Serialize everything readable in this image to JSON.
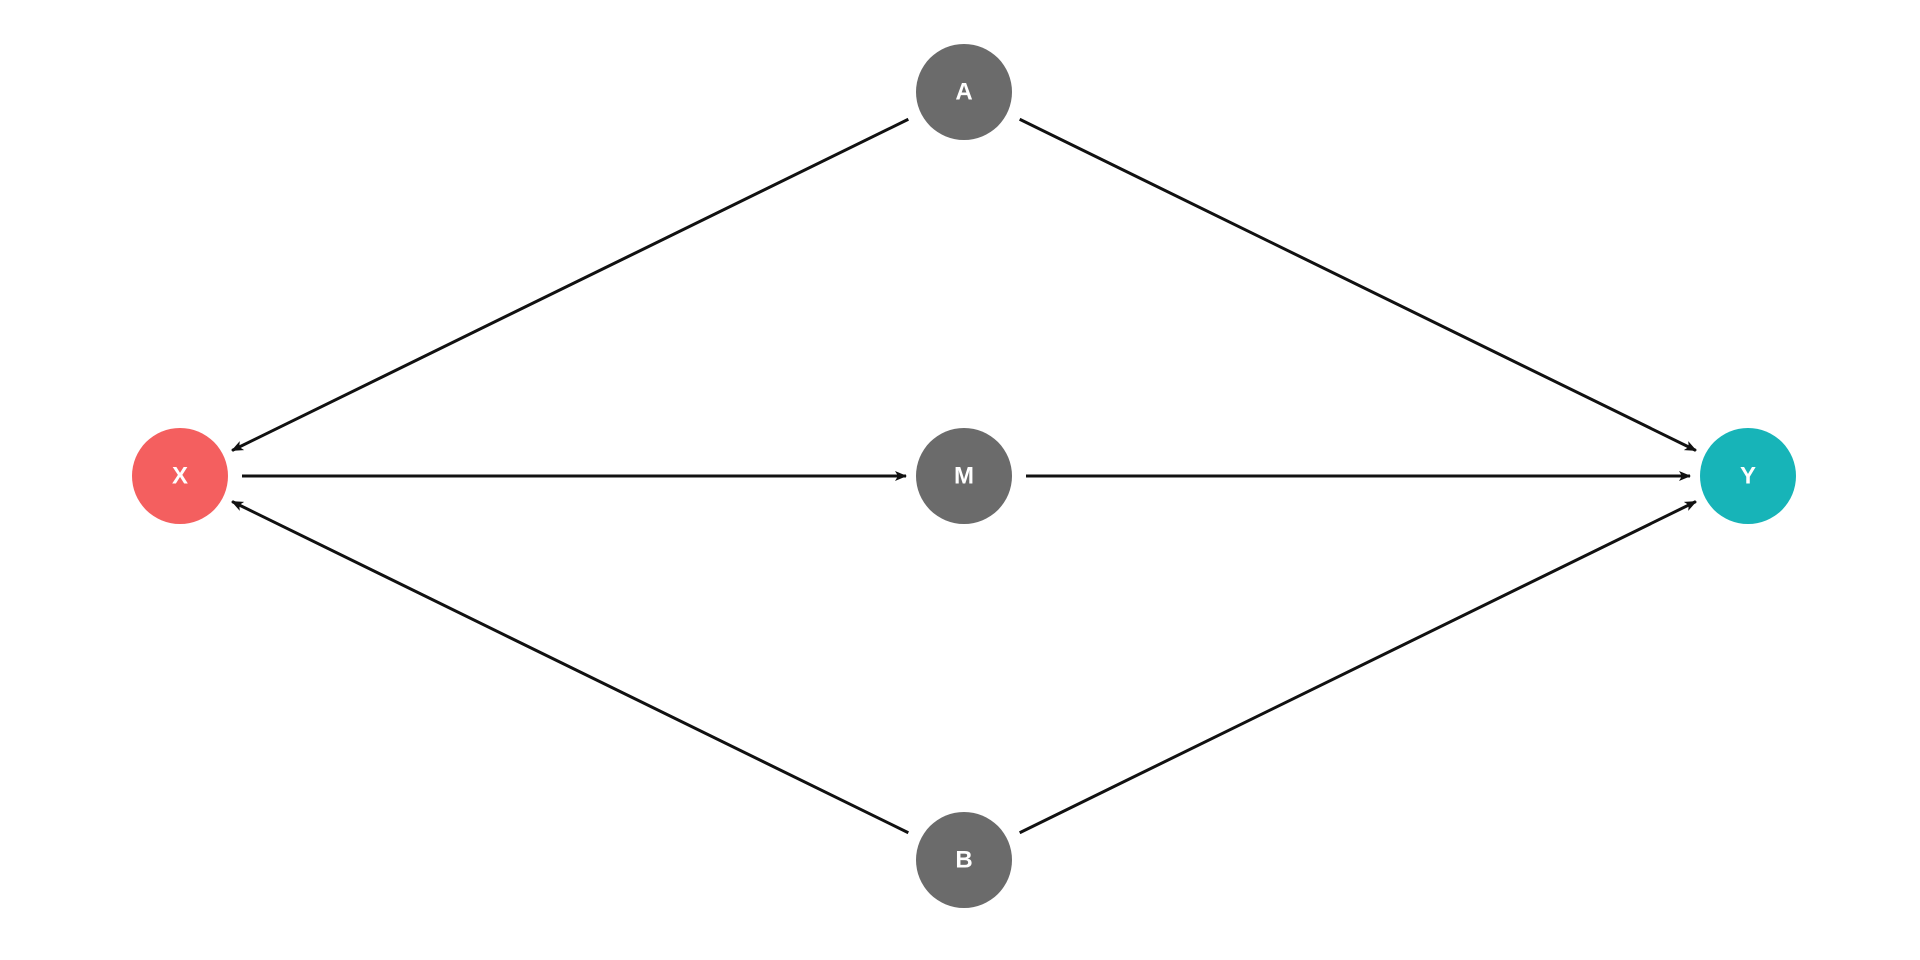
{
  "diagram": {
    "nodes": [
      {
        "id": "A",
        "label": "A",
        "color": "#6b6b6b"
      },
      {
        "id": "X",
        "label": "X",
        "color": "#f45f5f"
      },
      {
        "id": "M",
        "label": "M",
        "color": "#6b6b6b"
      },
      {
        "id": "Y",
        "label": "Y",
        "color": "#17b4b8"
      },
      {
        "id": "B",
        "label": "B",
        "color": "#6b6b6b"
      }
    ],
    "edges": [
      {
        "from": "A",
        "to": "X"
      },
      {
        "from": "A",
        "to": "Y"
      },
      {
        "from": "X",
        "to": "M"
      },
      {
        "from": "M",
        "to": "Y"
      },
      {
        "from": "B",
        "to": "X"
      },
      {
        "from": "B",
        "to": "Y"
      }
    ],
    "edge_color": "#111111"
  }
}
